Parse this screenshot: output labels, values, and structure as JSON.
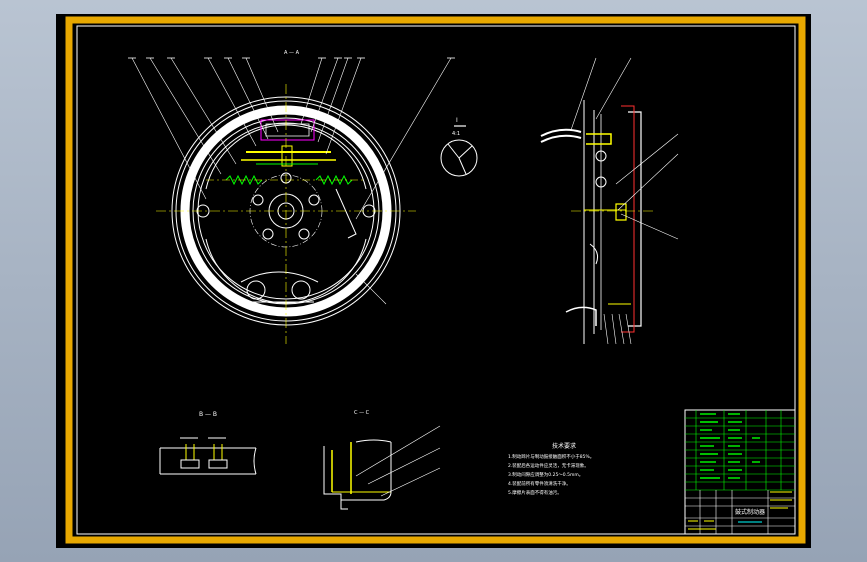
{
  "colors": {
    "background": "#000000",
    "frame_gold": "#e8a800",
    "line_white": "#ffffff",
    "line_yellow": "#ffff00",
    "line_green": "#00ff00",
    "line_magenta": "#ff00ff",
    "line_cyan": "#00ffff",
    "line_red": "#ff3030",
    "surround_gradient_top": "#b9c4d2"
  },
  "labels": {
    "section_main": "A — A",
    "section_detail_b": "B — B",
    "section_detail_c": "C — C",
    "detail_circle": "I",
    "detail_circle_sub": "4:1",
    "tech_req_title": "技术要求"
  },
  "tech_requirements": [
    "1.制动蹄片与制动鼓接触面积不小于85%。",
    "2.装配后各运动件应灵活，无卡滞现象。",
    "3.制动间隙应调整为0.25～0.5mm。",
    "4.装配前所有零件须清洗干净。",
    "5.摩擦片表面不得有油污。"
  ],
  "title_block": {
    "drawing_name": "鼓式制动器"
  }
}
